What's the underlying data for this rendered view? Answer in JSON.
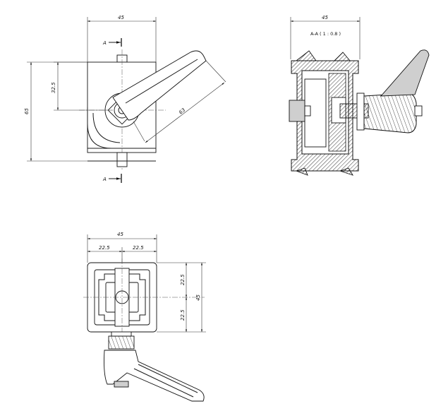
{
  "views": {
    "front": {
      "width_dim": "45",
      "height_dim": "65",
      "center_dim": "32.5",
      "lever_dim": "63",
      "section_marker_top": "A",
      "section_marker_bottom": "A"
    },
    "section": {
      "width_dim": "45",
      "title": "A-A ( 1 : 0.8 )"
    },
    "bottom": {
      "width_dim": "45",
      "half_left_dim": "22.5",
      "half_right_dim": "22.5",
      "height_dim": "45",
      "upper_half_dim": "22.5",
      "lower_half_dim": "22.5"
    }
  }
}
